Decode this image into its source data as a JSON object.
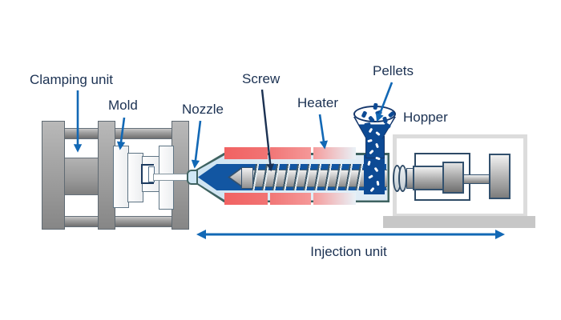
{
  "labels": {
    "clamping_unit": "Clamping unit",
    "mold": "Mold",
    "nozzle": "Nozzle",
    "screw": "Screw",
    "heater": "Heater",
    "pellets": "Pellets",
    "hopper": "Hopper",
    "injection_unit": "Injection unit"
  },
  "colors": {
    "label_text": "#1b3152",
    "arrow_blue": "#1268b5",
    "arrow_dark": "#1b3152",
    "heater_red": "#f16262",
    "melt_blue": "#1256a2",
    "pellet_navy": "#0d4a94",
    "barrel_fill": "#cfe4f2",
    "barrel_border": "#3f6361",
    "metal_gray": "#9d9d9d",
    "frame_gray": "#dcdcdc",
    "base_gray": "#c7c7c7"
  }
}
